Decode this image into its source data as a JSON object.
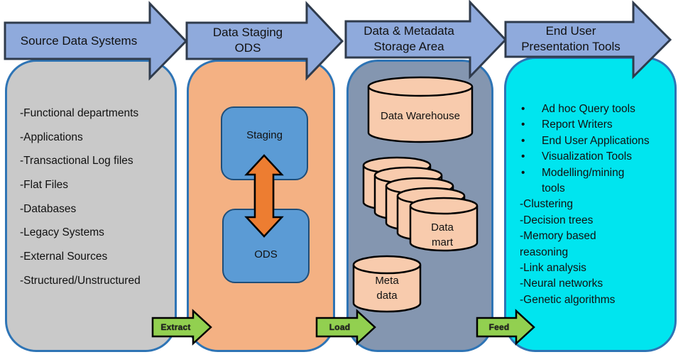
{
  "stages": [
    {
      "title_lines": [
        "Source Data Systems"
      ]
    },
    {
      "title_lines": [
        "Data Staging",
        "ODS"
      ]
    },
    {
      "title_lines": [
        "Data & Metadata",
        "Storage Area"
      ]
    },
    {
      "title_lines": [
        "End User",
        "Presentation Tools"
      ]
    }
  ],
  "source_items": [
    "-Functional departments",
    "-Applications",
    "-Transactional Log files",
    "-Flat Files",
    "-Databases",
    "-Legacy Systems",
    "-External Sources",
    "-Structured/Unstructured"
  ],
  "staging": {
    "top_box": "Staging",
    "bottom_box": "ODS"
  },
  "storage": {
    "warehouse": "Data Warehouse",
    "datamart_lines": [
      "Data",
      "mart"
    ],
    "metadata_lines": [
      "Meta",
      "data"
    ]
  },
  "tools": {
    "bullets": [
      "Ad hoc Query tools",
      "Report Writers",
      "End User Applications",
      "Visualization Tools",
      "Modelling/mining tools"
    ],
    "bullet_symbol": "•",
    "techniques": [
      "-Clustering",
      "-Decision trees",
      "-Memory based reasoning",
      "-Link analysis",
      "-Neural networks",
      "-Genetic algorithms"
    ]
  },
  "flows": [
    "Extract",
    "Load",
    "Feed"
  ],
  "colors": {
    "header_arrow": "#8faadc",
    "header_border": "#2f3b4c",
    "source_panel": "#c9c9c9",
    "staging_panel": "#f4b183",
    "storage_panel": "#8496b0",
    "tools_panel": "#00e5ef",
    "panel_border": "#2e74b5",
    "box_fill": "#5b9bd5",
    "cylinder_fill": "#f8cbad",
    "double_arrow": "#ed7d31",
    "flow_arrow": "#92d050"
  }
}
